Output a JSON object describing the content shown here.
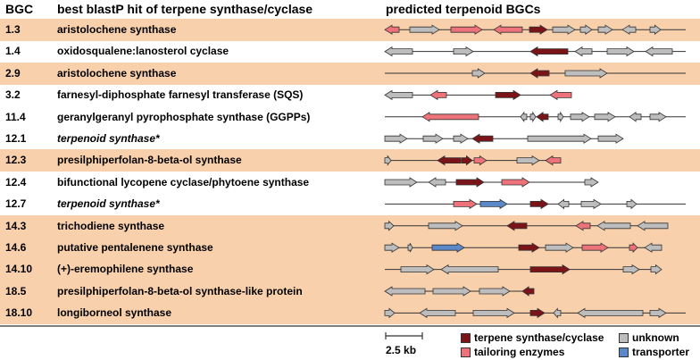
{
  "headers": {
    "bgc": "BGC",
    "hit": "best blastP hit of terpene synthase/cyclase",
    "predicted": "predicted terpenoid BGCs"
  },
  "colors": {
    "highlight": "#F8D0AC",
    "terpene": "#7B1418",
    "tailoring": "#EE7279",
    "unknown": "#BDBDBD",
    "transporter": "#5B88C8",
    "outline": "#333333"
  },
  "legend": {
    "scale_label": "2.5 kb",
    "items": [
      {
        "label": "terpene synthase/cyclase",
        "type": "terpene"
      },
      {
        "label": "unknown",
        "type": "unknown"
      },
      {
        "label": "tailoring enzymes",
        "type": "tailoring"
      },
      {
        "label": "transporter",
        "type": "transporter"
      }
    ]
  },
  "rows": [
    {
      "id": "1.3",
      "desc": "aristolochene synthase",
      "italic": false,
      "highlight": true
    },
    {
      "id": "1.4",
      "desc": "oxidosqualene:lanosterol cyclase",
      "italic": false,
      "highlight": false
    },
    {
      "id": "2.9",
      "desc": "aristolochene synthase",
      "italic": false,
      "highlight": true
    },
    {
      "id": "3.2",
      "desc": "farnesyl-diphosphate farnesyl transferase (SQS)",
      "italic": false,
      "highlight": false
    },
    {
      "id": "11.4",
      "desc": "geranylgeranyl pyrophosphate synthase (GGPPs)",
      "italic": false,
      "highlight": false
    },
    {
      "id": "12.1",
      "desc": "terpenoid synthase*",
      "italic": true,
      "highlight": false
    },
    {
      "id": "12.3",
      "desc": "presilphiperfolan-8-beta-ol synthase",
      "italic": false,
      "highlight": true
    },
    {
      "id": "12.4",
      "desc": "bifunctional lycopene cyclase/phytoene synthase",
      "italic": false,
      "highlight": false
    },
    {
      "id": "12.7",
      "desc": "terpenoid synthase*",
      "italic": true,
      "highlight": false
    },
    {
      "id": "14.3",
      "desc": "trichodiene synthase",
      "italic": false,
      "highlight": true
    },
    {
      "id": "14.6",
      "desc": "putative pentalenene synthase",
      "italic": false,
      "highlight": true
    },
    {
      "id": "14.10",
      "desc": "(+)-eremophilene synthase",
      "italic": false,
      "highlight": true
    },
    {
      "id": "18.5",
      "desc": "presilphiperfolan-8-beta-ol synthase-like protein",
      "italic": false,
      "highlight": true
    },
    {
      "id": "18.10",
      "desc": "longiborneol synthase",
      "italic": false,
      "highlight": true
    }
  ],
  "clusters": [
    [
      [
        "t",
        "L"
      ],
      [
        "g",
        "R"
      ],
      [
        "t",
        "R"
      ],
      [
        "t",
        "L"
      ],
      [
        "T",
        "R"
      ],
      [
        "g",
        "R"
      ],
      [
        "g",
        "R"
      ],
      [
        "g",
        "R"
      ],
      [
        "g",
        "L"
      ],
      [
        "g",
        "R"
      ]
    ],
    [
      [
        "g",
        "L"
      ],
      [
        "g",
        "R"
      ],
      [
        "T",
        "L"
      ],
      [
        "g",
        "L"
      ],
      [
        "g",
        "R"
      ],
      [
        "g",
        "L"
      ]
    ],
    [
      [
        "g",
        "R"
      ],
      [
        "T",
        "L"
      ],
      [
        "g",
        "R"
      ]
    ],
    [
      [
        "g",
        "L"
      ],
      [
        "t",
        "L"
      ],
      [
        "T",
        "R"
      ],
      [
        "t",
        "L"
      ]
    ],
    [
      [
        "t",
        "L"
      ],
      [
        "g",
        "L"
      ],
      [
        "g",
        "R"
      ],
      [
        "T",
        "L"
      ],
      [
        "g",
        "R"
      ],
      [
        "g",
        "R"
      ],
      [
        "g",
        "R"
      ],
      [
        "g",
        "L"
      ],
      [
        "g",
        "R"
      ],
      [
        "t",
        "L"
      ]
    ],
    [
      [
        "g",
        "R"
      ],
      [
        "g",
        "R"
      ],
      [
        "g",
        "R"
      ],
      [
        "T",
        "L"
      ],
      [
        "g",
        "R"
      ],
      [
        "g",
        "R"
      ]
    ],
    [
      [
        "g",
        "R"
      ],
      [
        "T",
        "L"
      ],
      [
        "T",
        "R"
      ],
      [
        "t",
        "R"
      ],
      [
        "g",
        "R"
      ],
      [
        "t",
        "L"
      ]
    ],
    [
      [
        "g",
        "R"
      ],
      [
        "g",
        "L"
      ],
      [
        "T",
        "R"
      ],
      [
        "t",
        "R"
      ],
      [
        "g",
        "R"
      ]
    ],
    [
      [
        "t",
        "R"
      ],
      [
        "B",
        "R"
      ],
      [
        "T",
        "R"
      ],
      [
        "g",
        "L"
      ],
      [
        "g",
        "R"
      ],
      [
        "g",
        "R"
      ]
    ],
    [
      [
        "g",
        "R"
      ],
      [
        "g",
        "R"
      ],
      [
        "T",
        "L"
      ],
      [
        "t",
        "L"
      ],
      [
        "g",
        "L"
      ],
      [
        "g",
        "L"
      ]
    ],
    [
      [
        "g",
        "R"
      ],
      [
        "g",
        "R"
      ],
      [
        "B",
        "R"
      ],
      [
        "T",
        "R"
      ],
      [
        "g",
        "R"
      ],
      [
        "t",
        "R"
      ],
      [
        "t",
        "R"
      ],
      [
        "g",
        "L"
      ]
    ],
    [
      [
        "g",
        "R"
      ],
      [
        "g",
        "L"
      ],
      [
        "T",
        "R"
      ],
      [
        "g",
        "R"
      ],
      [
        "g",
        "R"
      ]
    ],
    [
      [
        "g",
        "L"
      ],
      [
        "g",
        "R"
      ],
      [
        "g",
        "R"
      ],
      [
        "T",
        "L"
      ]
    ],
    [
      [
        "g",
        "R"
      ],
      [
        "g",
        "L"
      ],
      [
        "g",
        "R"
      ],
      [
        "T",
        "R"
      ],
      [
        "g",
        "L"
      ],
      [
        "g",
        "L"
      ],
      [
        "g",
        "R"
      ]
    ]
  ]
}
